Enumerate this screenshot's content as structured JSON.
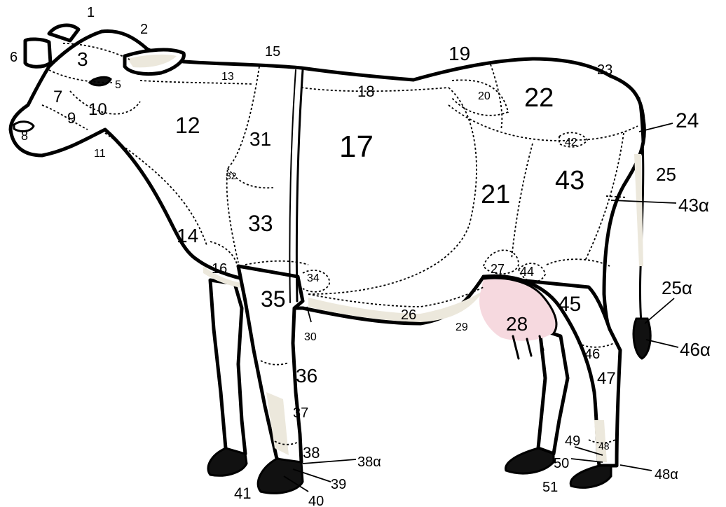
{
  "labels": {
    "l1": "1",
    "l2": "2",
    "l3": "3",
    "l5": "5",
    "l6": "6",
    "l7": "7",
    "l8": "8",
    "l9": "9",
    "l10": "10",
    "l11": "11",
    "l12": "12",
    "l13": "13",
    "l14": "14",
    "l15": "15",
    "l16": "16",
    "l17": "17",
    "l18": "18",
    "l19": "19",
    "l20": "20",
    "l21": "21",
    "l22": "22",
    "l23": "23",
    "l24": "24",
    "l25": "25",
    "l25a": "25α",
    "l26": "26",
    "l27": "27",
    "l28": "28",
    "l29": "29",
    "l30": "30",
    "l31": "31",
    "l32": "32",
    "l33": "33",
    "l34": "34",
    "l35": "35",
    "l36": "36",
    "l37": "37",
    "l38": "38",
    "l38a": "38α",
    "l39": "39",
    "l40": "40",
    "l41": "41",
    "l42": "42",
    "l43": "43",
    "l43a": "43α",
    "l44": "44",
    "l45": "45",
    "l46": "46",
    "l46a": "46α",
    "l47": "47",
    "l48": "48",
    "l48a": "48α",
    "l49": "49",
    "l50": "50",
    "l51": "51"
  },
  "colors": {
    "outline": "#000000",
    "shade": "#ece8dc",
    "udder": "#f6d9df",
    "background": "#ffffff"
  }
}
